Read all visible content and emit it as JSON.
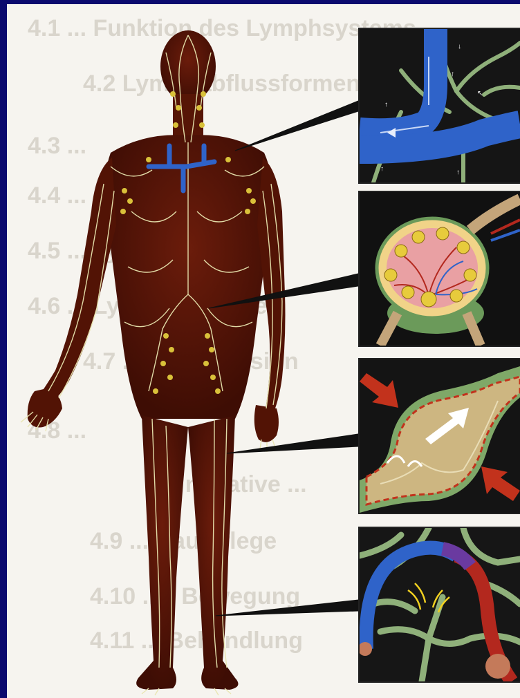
{
  "background_text_lines": [
    "4.1 ... Funktion des Lymphsystems",
    "4.2 Lymphabflussformen",
    "4.3 ...",
    "4.4 ...",
    "4.5 ... Lymphödem",
    "4.6 ... Lymphdrainage",
    "4.7 ... Kompression",
    "4.8 ...",
    "... negative ...",
    "4.9 ... Hautpflege",
    "4.10 ... / Bewegung",
    "4.11 ... Behandlung"
  ],
  "figure": {
    "subject": "human-lymphatic-system",
    "insets": [
      {
        "name": "venous-angle-inset",
        "depicts": "lymph vessels draining into veins"
      },
      {
        "name": "lymph-node-inset",
        "depicts": "lymph node cross-section"
      },
      {
        "name": "lymph-vessel-valve-inset",
        "depicts": "lymph vessel segment with valves"
      },
      {
        "name": "lymph-capillary-inset",
        "depicts": "lymph capillaries and blood capillary"
      }
    ]
  },
  "colors": {
    "page_border": "#0b0a6e",
    "skin": "#5a1608",
    "lymph_vessels": "#e9e6b0",
    "lymph_nodes": "#d9c13a",
    "veins": "#2f63c9",
    "arteries": "#b3281e",
    "vessel_green": "#8fb07a",
    "arrow_red": "#c2321c"
  }
}
